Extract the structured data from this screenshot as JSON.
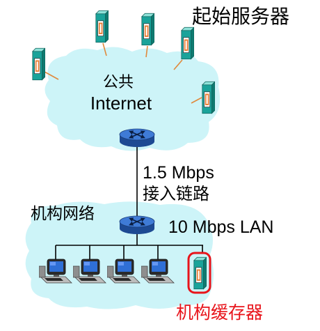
{
  "labels": {
    "origin_servers": "起始服务器",
    "public_line1": "公共",
    "public_line2": "Internet",
    "access_speed": "1.5 Mbps",
    "access_link": "接入链路",
    "institutional_network": "机构网络",
    "lan": "10 Mbps LAN",
    "institutional_cache": "机构缓存器"
  },
  "icons": {
    "origin_server": "server-icon",
    "router": "router-icon",
    "host": "workstation-icon",
    "cache": "cache-server-icon"
  },
  "colors": {
    "cloud": "#cdf4f8",
    "server": "#1aa39a",
    "router": "#3f7bd6",
    "server_link": "#e0893c",
    "cache_label": "#e8141b",
    "cache_outline": "#e8141b",
    "line": "#000000"
  }
}
